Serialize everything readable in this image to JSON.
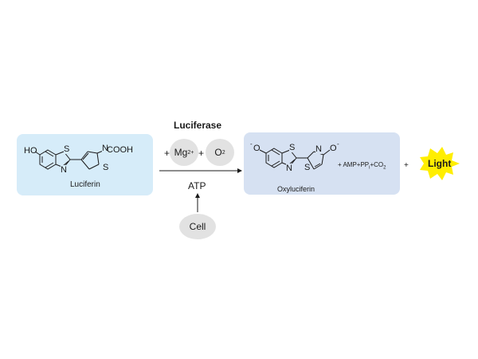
{
  "enzyme": "Luciferase",
  "reactant": {
    "name": "Luciferin",
    "ho": "HO",
    "cooh": "COOH",
    "atoms": {
      "s": "S",
      "n": "N"
    }
  },
  "cofactors": {
    "plus1": "+",
    "mg": "Mg",
    "mg_charge": "2+",
    "plus2": "+",
    "o": "O",
    "o_sub": "2"
  },
  "atp": "ATP",
  "source": "Cell",
  "product": {
    "name": "Oxyluciferin",
    "o_left": "O",
    "o_right": "O",
    "minus": "-",
    "atoms": {
      "s": "S",
      "n": "N"
    },
    "byproducts": {
      "plus": "+",
      "amp": "AMP+PP",
      "i": "i",
      "co": "+CO",
      "two": "2"
    }
  },
  "plus_light": "+",
  "light": "Light",
  "colors": {
    "reactant_box": "#d6ecf9",
    "product_box": "#d6e1f2",
    "oval": "#e2e2e2",
    "burst": "#ffee00"
  }
}
